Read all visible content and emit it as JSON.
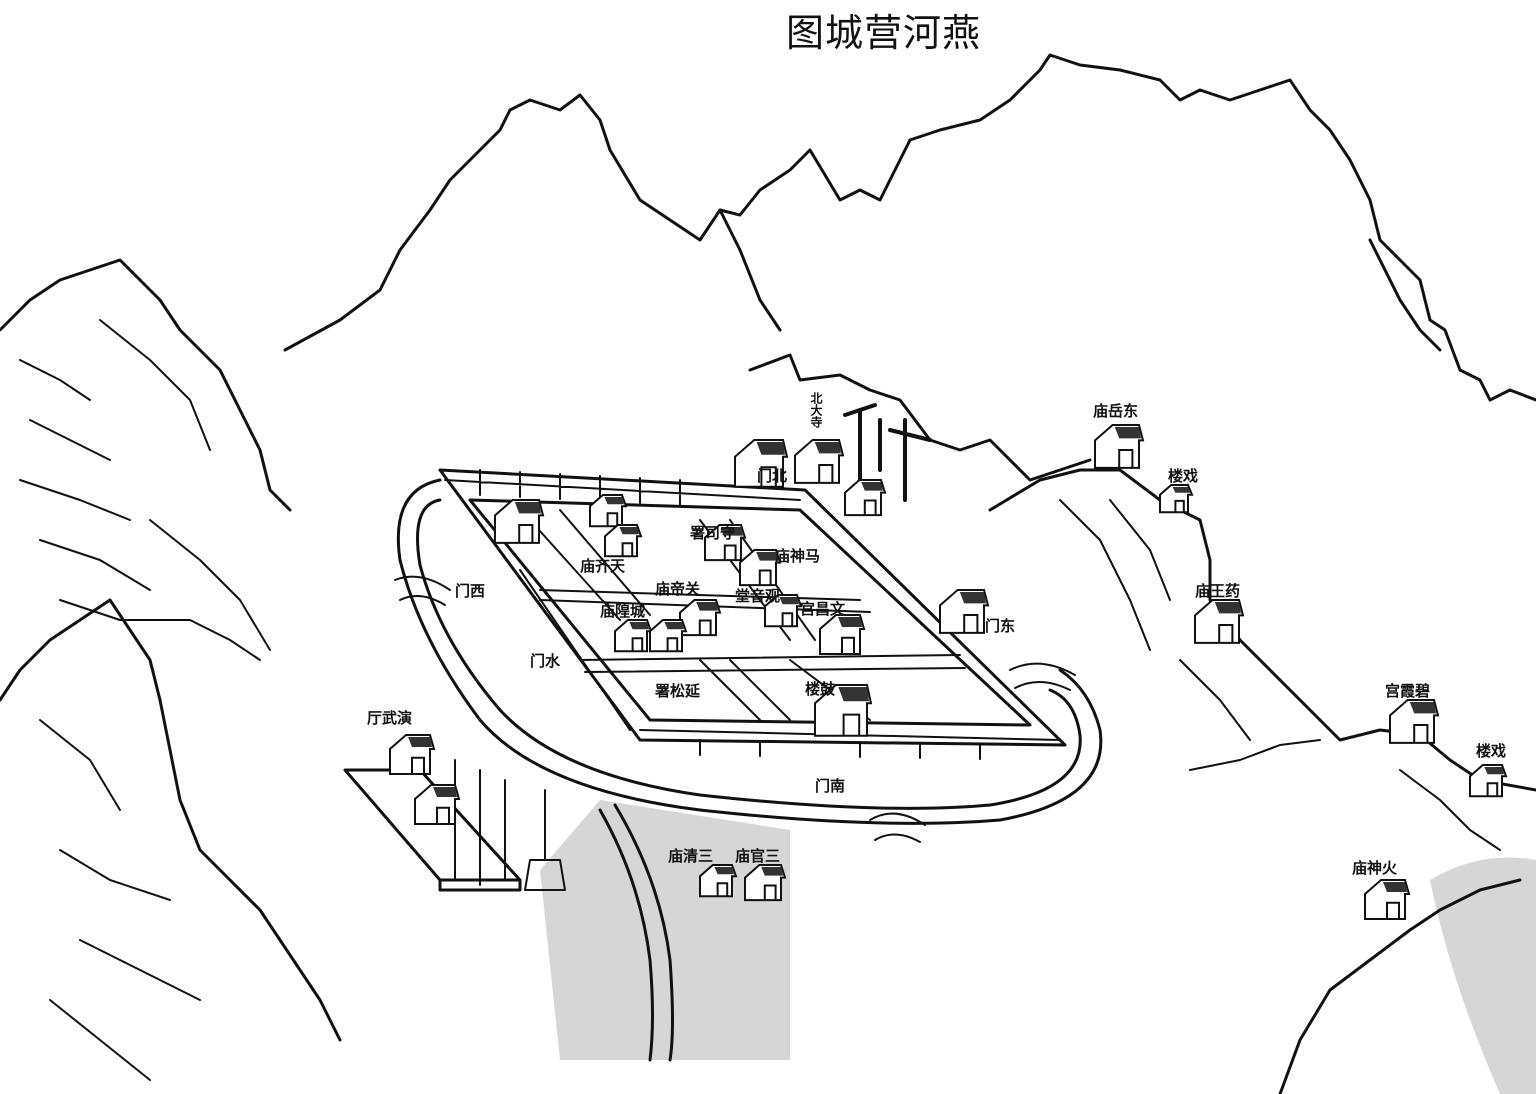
{
  "title": "图城营河燕",
  "labels": {
    "north_gate": "门北",
    "north_temple": "北大寺",
    "west_gate": "门西",
    "water_gate": "门水",
    "east_gate": "门东",
    "south_gate": "门南",
    "drum_tower": "楼鼓",
    "tianqi_temple": "庙齐天",
    "guandi_temple": "庙帝关",
    "chenghuang_temple": "庙隍城",
    "shousi_office": "署司守",
    "mashen_temple": "庙神马",
    "guanyin_hall": "堂音观",
    "wenchang_palace": "宫昌文",
    "yansong_office": "署松延",
    "yanwu_hall": "厅武演",
    "sanqing_temple": "庙清三",
    "sanguan_temple": "庙官三",
    "dongyue_temple": "庙岳东",
    "theater_1": "楼戏",
    "yaowang_temple": "庙王药",
    "bixia_palace": "宫霞碧",
    "theater_2": "楼戏",
    "huoshen_temple": "庙神火"
  },
  "colors": {
    "ink": "#111111",
    "watermark": "#c8c8c8",
    "paper": "#ffffff"
  }
}
